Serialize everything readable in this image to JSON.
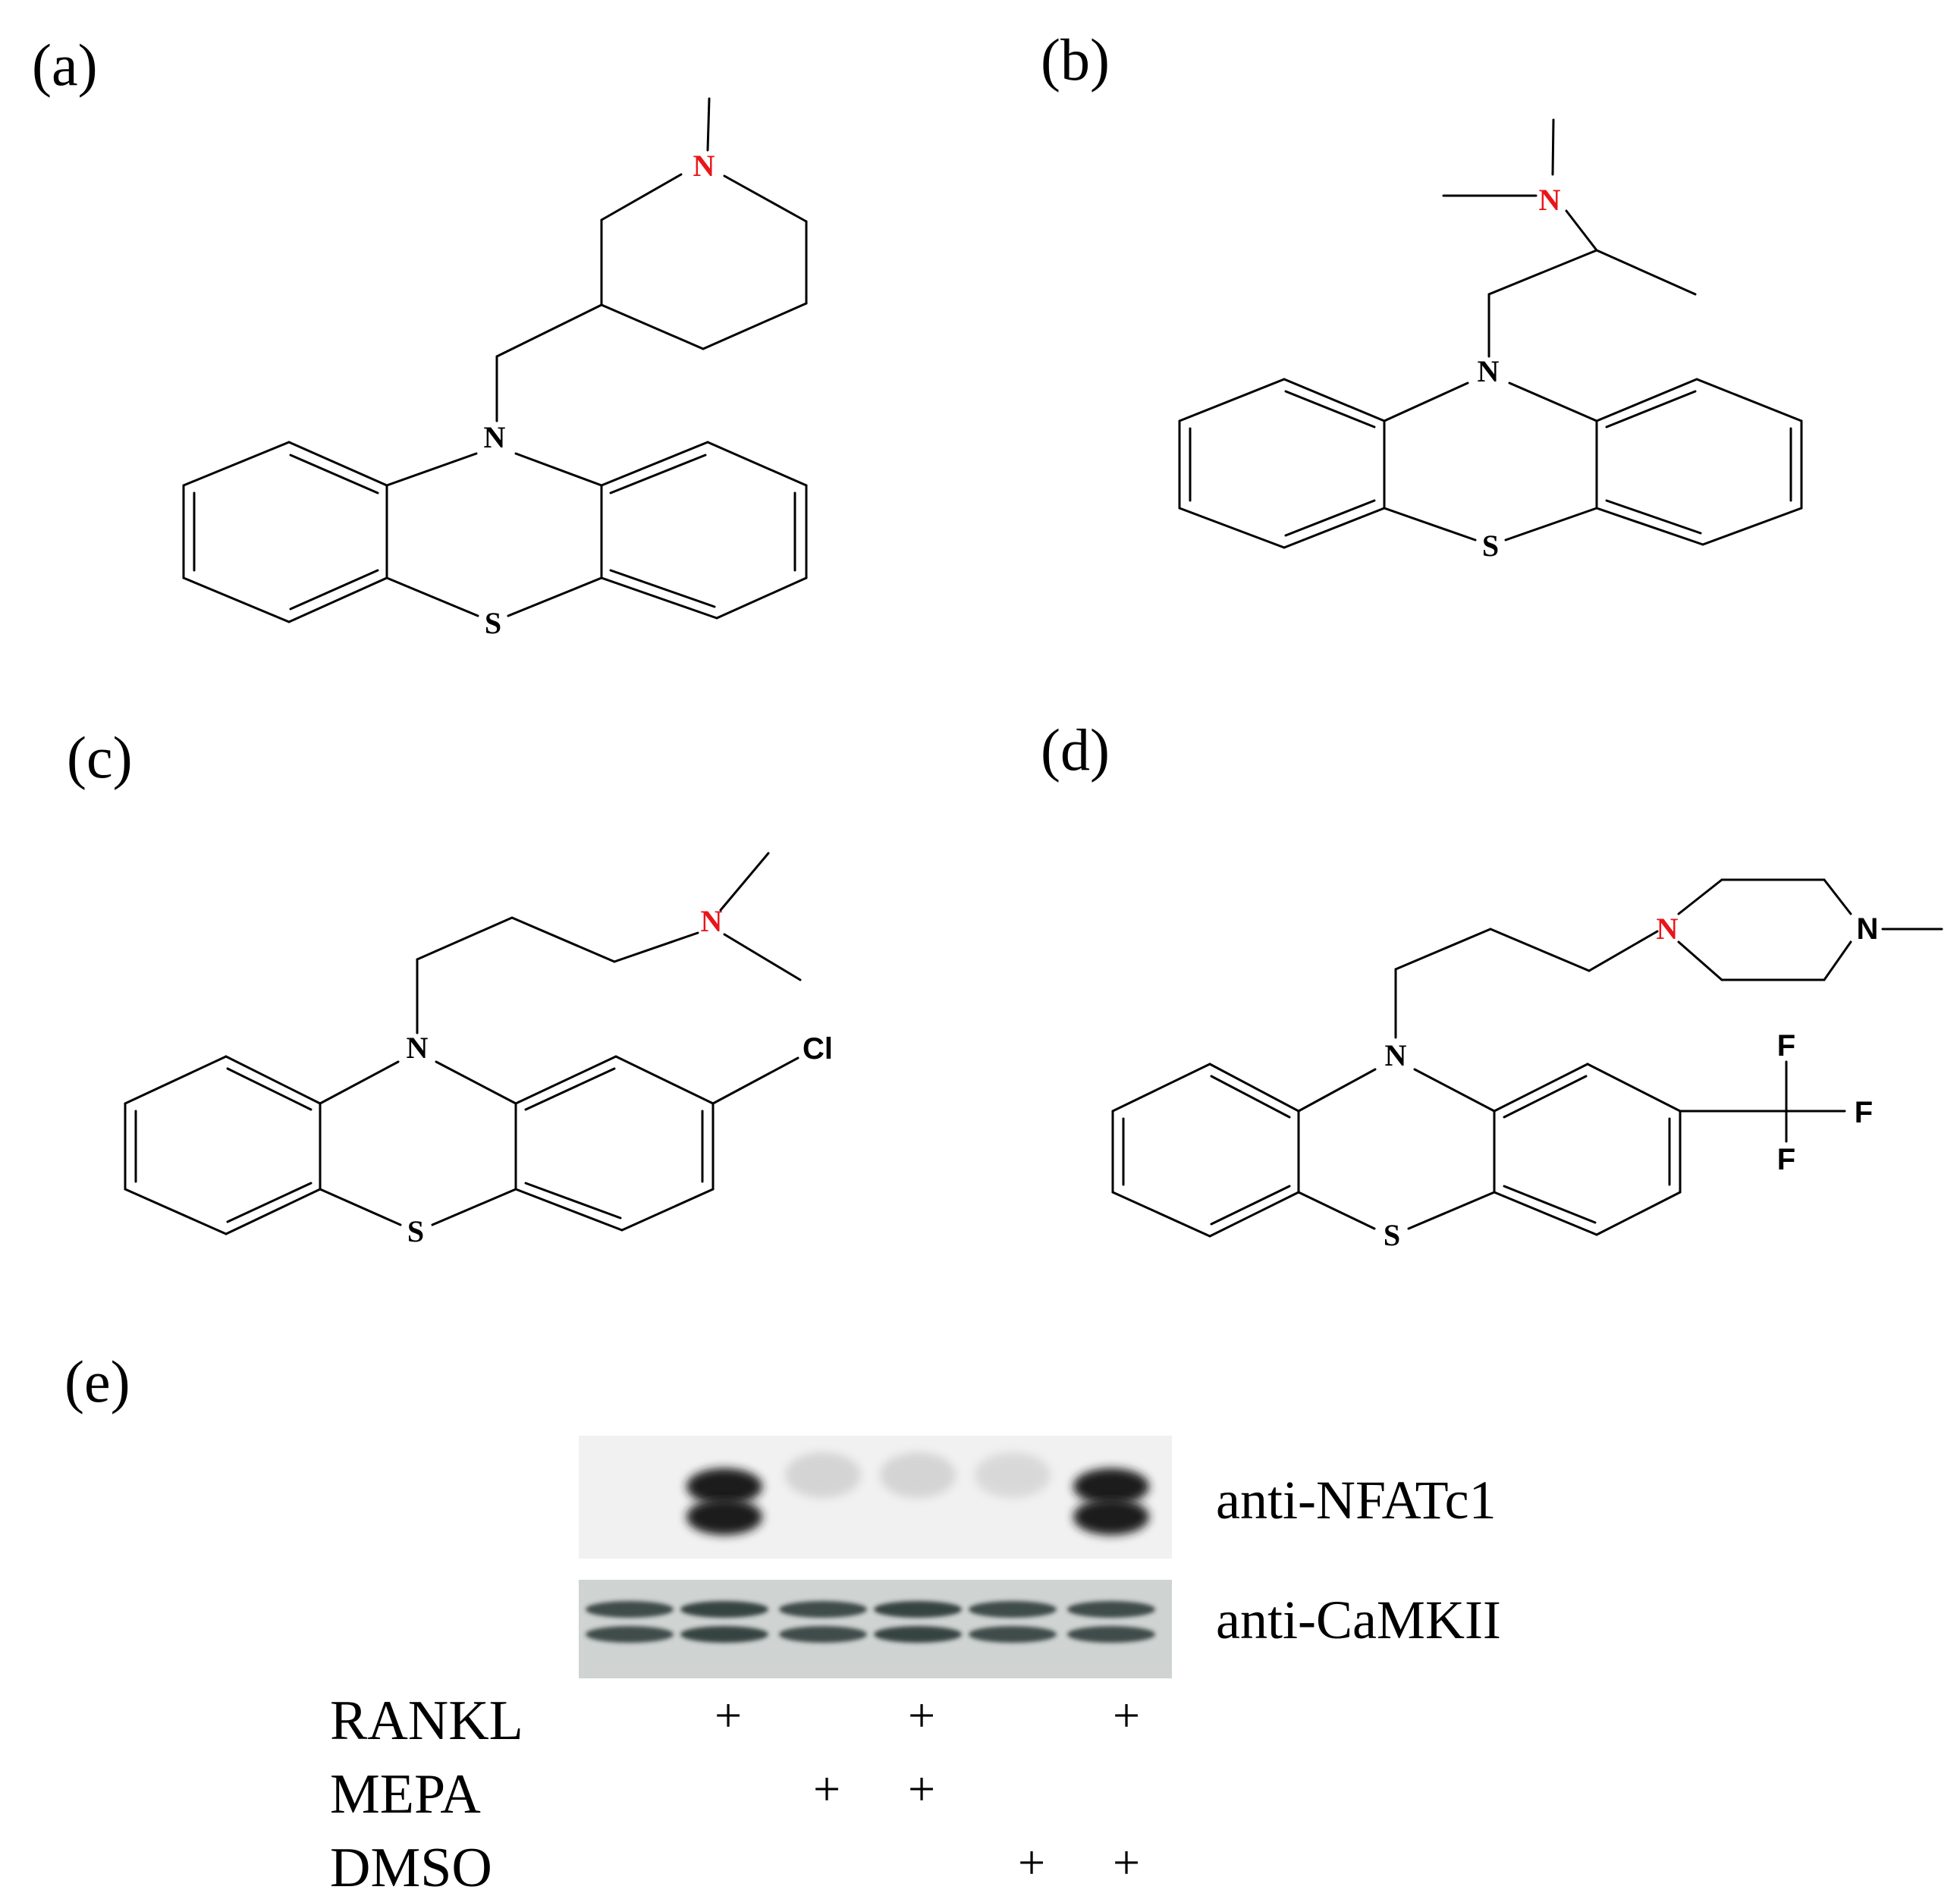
{
  "panels": {
    "a": {
      "label": "(a)",
      "atoms": {
        "n_ring": "N",
        "n_core": "N",
        "s_core": "S"
      }
    },
    "b": {
      "label": "(b)",
      "atoms": {
        "n_amine": "N",
        "n_core": "N",
        "s_core": "S"
      }
    },
    "c": {
      "label": "(c)",
      "atoms": {
        "n_amine": "N",
        "n_core": "N",
        "s_core": "S",
        "cl": "Cl"
      }
    },
    "d": {
      "label": "(d)",
      "atoms": {
        "n_pip1": "N",
        "n_pip2": "N",
        "n_core": "N",
        "s_core": "S",
        "f1": "F",
        "f2": "F",
        "f3": "F"
      }
    },
    "e": {
      "label": "(e)"
    }
  },
  "blot": {
    "bands": [
      {
        "antibody": "anti-NFATc1",
        "lane_intensity": [
          0.0,
          1.0,
          0.12,
          0.12,
          0.1,
          1.0
        ]
      },
      {
        "antibody": "anti-CaMKII",
        "lane_intensity": [
          0.85,
          0.9,
          0.85,
          0.9,
          0.85,
          0.85
        ]
      }
    ],
    "conditions": [
      {
        "name": "RANKL",
        "lanes": [
          "",
          "+",
          "",
          "+",
          "",
          "+"
        ]
      },
      {
        "name": "MEPA",
        "lanes": [
          "",
          "",
          "+",
          "+",
          "",
          ""
        ]
      },
      {
        "name": "DMSO",
        "lanes": [
          "",
          "",
          "",
          "",
          "+",
          "+"
        ]
      }
    ]
  },
  "colors": {
    "heteroatom_highlight": "#e8161a",
    "bond": "#000000",
    "blot_band": "#1a1a1a"
  }
}
